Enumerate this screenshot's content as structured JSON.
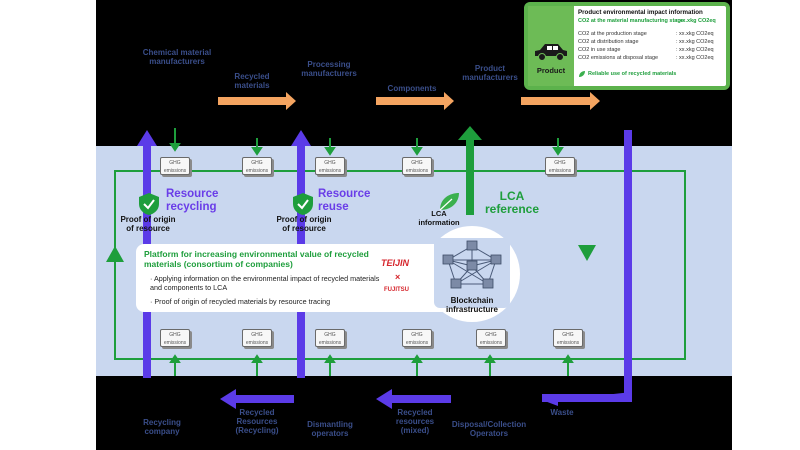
{
  "top_labels": {
    "chemical": "Chemical material manufacturers",
    "recycled_materials": "Recycled materials",
    "processing": "Processing manufacturers",
    "components": "Components",
    "product_manufacturers": "Product manufacturers"
  },
  "bottom_labels": {
    "recycling_company": "Recycling company",
    "recycled_resources": "Recycled Resources (Recycling)",
    "dismantling": "Dismantling operators",
    "recycled_resources_mixed": "Recycled resources (mixed)",
    "disposal": "Disposal/Collection Operators",
    "waste": "Waste"
  },
  "left_features": {
    "resource_recycling": "Resource recycling",
    "resource_reuse": "Resource reuse",
    "proof_of_origin": "Proof of origin of resource",
    "lca_information": "LCA information",
    "lca_reference": "LCA reference"
  },
  "platform": {
    "title": "Platform for increasing environmental value of recycled materials (consortium of companies)",
    "bullet1": "Applying information on the environmental impact of recycled materials and components to LCA",
    "bullet2": "Proof of origin of recycled materials by resource tracing",
    "teijin": "TEIJIN",
    "times": "×",
    "fujitsu": "FUJITSU",
    "blockchain": "Blockchain infrastructure"
  },
  "ghg_tag": {
    "label": "GHG",
    "sub": "emissions"
  },
  "product_info": {
    "product": "Product",
    "title": "Product environmental impact information",
    "rows": [
      {
        "label": "CO2 at the material manufacturing stage",
        "value": ": xx.xkg CO2eq"
      },
      {
        "label": "CO2 at the production stage",
        "value": ": xx.xkg CO2eq"
      },
      {
        "label": "CO2 at distribution stage",
        "value": ": xx.xkg CO2eq"
      },
      {
        "label": "CO2 in use stage",
        "value": ": xx.xkg CO2eq"
      },
      {
        "label": "CO2 emissions at disposal stage",
        "value": ": xx.xkg CO2eq"
      }
    ],
    "reliable": "Reliable use of recycled materials"
  },
  "colors": {
    "orange": "#f4a460",
    "purple": "#5b3be8",
    "green": "#1e9e3c",
    "label_blue": "#3a4e8a",
    "band": "#c9d7ef"
  }
}
